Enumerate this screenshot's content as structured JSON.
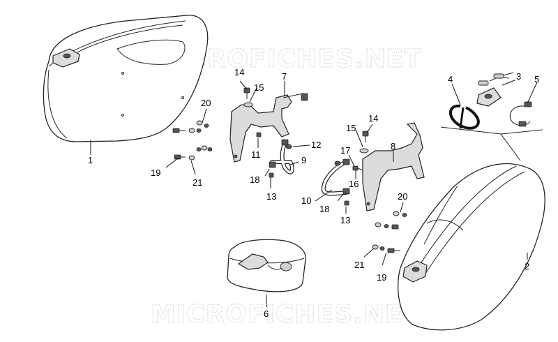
{
  "watermark": {
    "top": "MICROFICHES.NET",
    "bottom": "MICROFICHES.NET"
  },
  "callouts": {
    "c1": "1",
    "c2": "2",
    "c3": "3",
    "c4": "4",
    "c5": "5",
    "c6": "6",
    "c7": "7",
    "c8": "8",
    "c9": "9",
    "c10": "10",
    "c11": "11",
    "c12": "12",
    "c13a": "13",
    "c13b": "13",
    "c14a": "14",
    "c14b": "14",
    "c15a": "15",
    "c15b": "15",
    "c16": "16",
    "c17": "17",
    "c18a": "18",
    "c18b": "18",
    "c19a": "19",
    "c19b": "19",
    "c20a": "20",
    "c20b": "20",
    "c21a": "21",
    "c21b": "21"
  }
}
